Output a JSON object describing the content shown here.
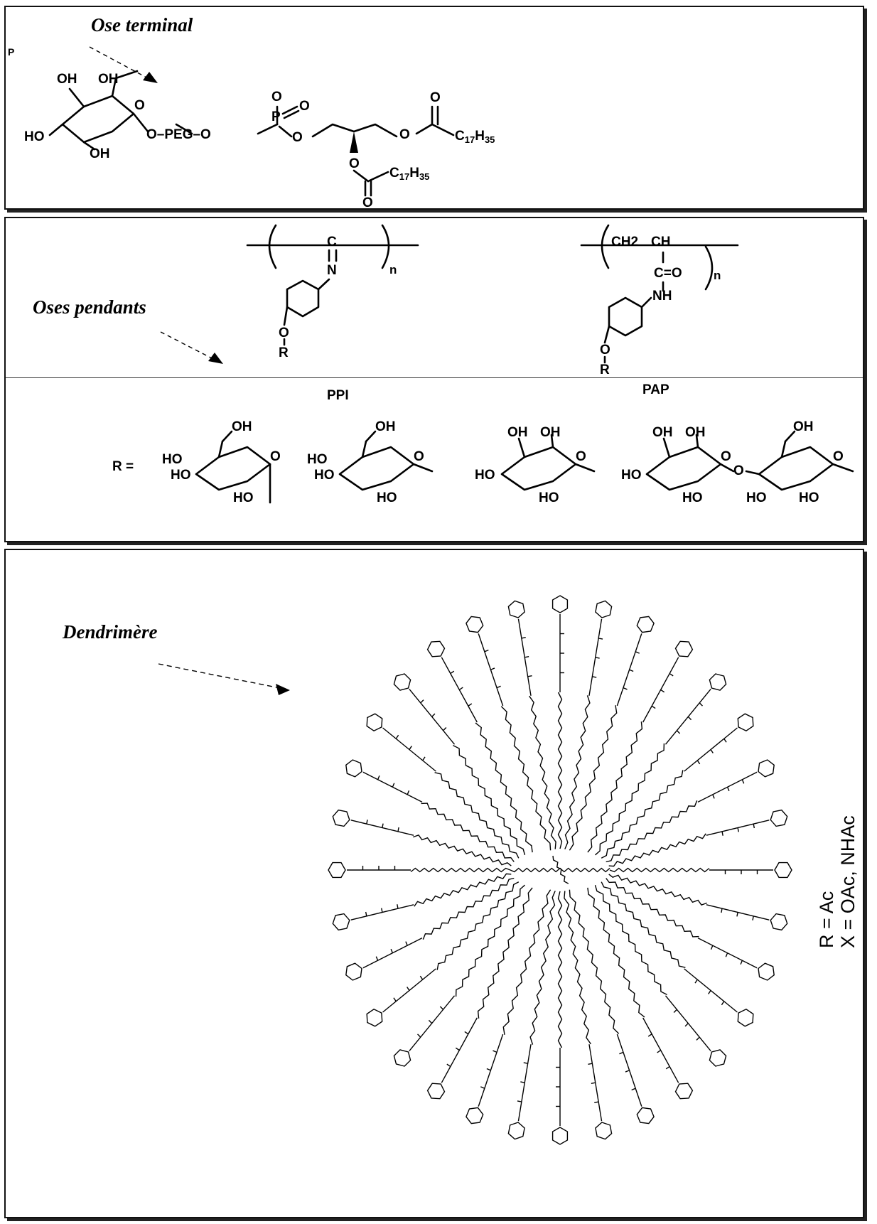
{
  "panels": {
    "terminal": {
      "title": "Ose terminal",
      "corner_mark": "P",
      "molecule": {
        "oh1": "OH",
        "oh2": "OH",
        "ho": "HO",
        "oh3": "OH",
        "ring_o": "O",
        "linker": "O–PEG–O",
        "p": "P",
        "o_minus": "O",
        "o_eq": "O",
        "o_ester": "O",
        "o_carbonyl1": "O",
        "o_link1": "O",
        "chain1": "C17H35",
        "o_link2": "O",
        "chain2": "C17H35",
        "o_carbonyl2": "O"
      }
    },
    "pendants": {
      "title": "Oses pendants",
      "polymers": [
        {
          "name": "PPI",
          "c": "C",
          "n": "N",
          "subscript": "n",
          "o": "O",
          "r": "R"
        },
        {
          "name": "PAP",
          "ch2": "CH2",
          "ch": "CH",
          "co": "C=O",
          "subscript": "n",
          "nh": "NH",
          "o": "O",
          "r": "R"
        }
      ],
      "r_label": "R =",
      "sugars": [
        {
          "oh": "OH",
          "ho1": "HO",
          "ho2": "HO",
          "ho3": "HO",
          "o": "O"
        },
        {
          "oh": "OH",
          "ho1": "HO",
          "ho2": "HO",
          "ho3": "HO",
          "o": "O"
        },
        {
          "oh1": "OH",
          "oh2": "OH",
          "ho1": "HO",
          "ho2": "HO",
          "o": "O"
        },
        {
          "oh1": "OH",
          "oh2": "OH",
          "ho1": "HO",
          "ho2": "HO",
          "o": "O",
          "oh3": "OH",
          "ho3": "HO",
          "ho4": "HO",
          "o2": "O",
          "o_link": "O"
        }
      ]
    },
    "dendrimer": {
      "title": "Dendrimère",
      "legend_r": "R = Ac",
      "legend_x": "X = OAc, NHAc"
    }
  }
}
